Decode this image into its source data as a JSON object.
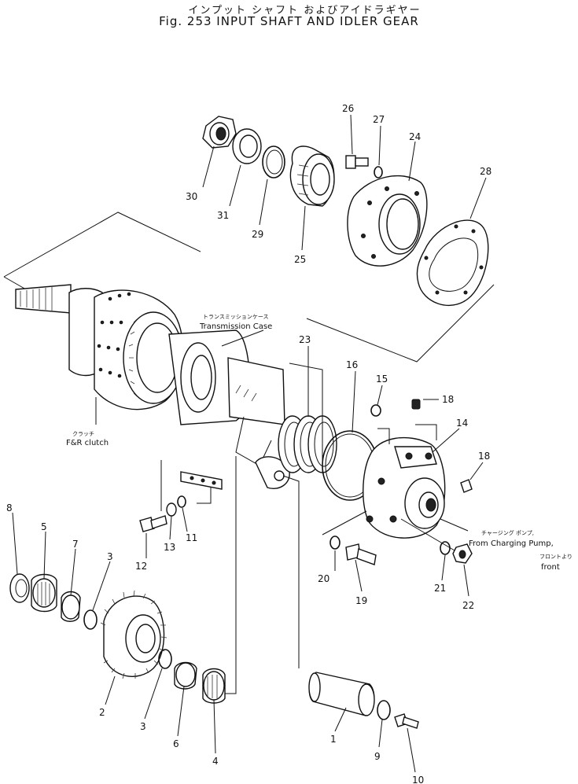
{
  "title": {
    "japanese": "インプット シャフト およびアイドラギヤー",
    "english": "Fig. 253 INPUT SHAFT AND IDLER GEAR"
  },
  "labels": {
    "transmission_case_jp": "トランスミッションケース",
    "transmission_case": "Transmission Case",
    "clutch_jp": "クラッチ",
    "clutch": "F&R clutch",
    "charging_jp": "チャージング ポンプ,",
    "charging": "From Charging Pump,",
    "front_jp": "フロントより",
    "front": "front"
  },
  "part_numbers": {
    "p1": "1",
    "p2": "2",
    "p3a": "3",
    "p3b": "3",
    "p4": "4",
    "p5": "5",
    "p6": "6",
    "p7": "7",
    "p8": "8",
    "p9": "9",
    "p10": "10",
    "p11": "11",
    "p12": "12",
    "p13": "13",
    "p14": "14",
    "p15": "15",
    "p16": "16",
    "p18a": "18",
    "p18b": "18",
    "p19": "19",
    "p20": "20",
    "p21": "21",
    "p22": "22",
    "p23": "23",
    "p24": "24",
    "p25": "25",
    "p26": "26",
    "p27": "27",
    "p28": "28",
    "p29": "29",
    "p30": "30",
    "p31": "31"
  }
}
